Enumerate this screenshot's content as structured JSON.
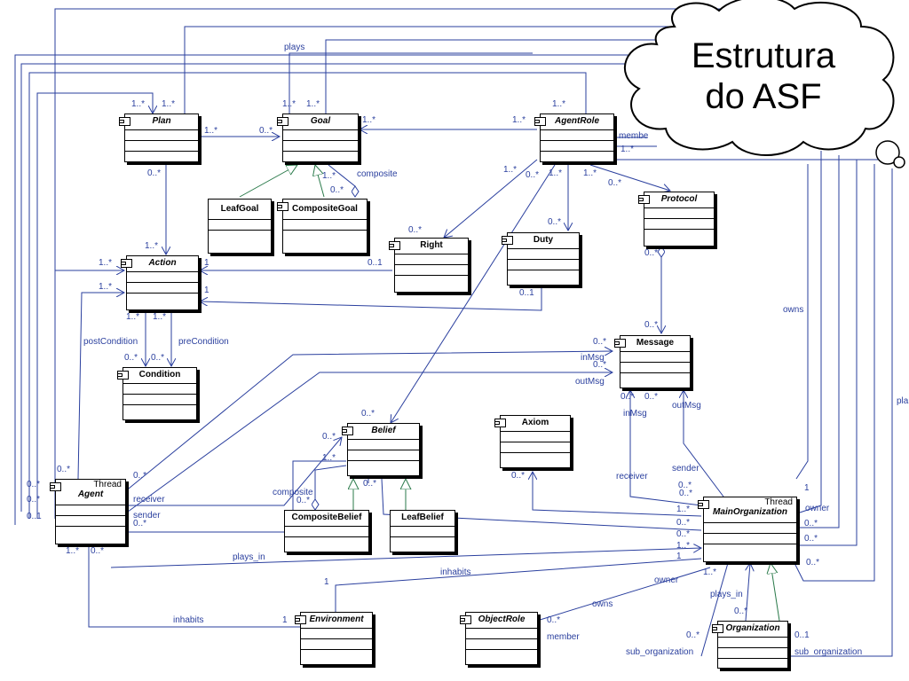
{
  "cloud": {
    "line1": "Estrutura",
    "line2": "do ASF"
  },
  "classes": {
    "plan": "Plan",
    "goal": "Goal",
    "agentrole": "AgentRole",
    "leafgoal": "LeafGoal",
    "compositegoal": "CompositeGoal",
    "protocol": "Protocol",
    "right": "Right",
    "duty": "Duty",
    "action": "Action",
    "message": "Message",
    "condition": "Condition",
    "axiom": "Axiom",
    "belief": "Belief",
    "agent": "Agent",
    "compositebelief": "CompositeBelief",
    "leafbelief": "LeafBelief",
    "mainorganization": "MainOrganization",
    "environment": "Environment",
    "objectrole": "ObjectRole",
    "organization": "Organization",
    "thread": "Thread"
  },
  "labels": {
    "plays": "plays",
    "plays_in": "plays_in",
    "plays_in2": "plays_in",
    "composite": "composite",
    "composite2": "composite",
    "postCondition": "postCondition",
    "preCondition": "preCondition",
    "inMsg": "inMsg",
    "outMsg": "outMsg",
    "inMsg2": "inMsg",
    "outMsg2": "outMsg",
    "receiver": "receiver",
    "sender": "sender",
    "receiver2": "receiver",
    "sender2": "sender",
    "inhabits": "inhabits",
    "inhabits2": "inhabits",
    "owns": "owns",
    "owns2": "owns",
    "owner": "owner",
    "owner2": "owner",
    "member": "member",
    "member2": "membe",
    "sub_organization": "sub_organization",
    "sub_organization2": "sub_organization",
    "pla": "pla",
    "m1s": "1..*",
    "m0s": "0..*",
    "m1": "1",
    "m01": "0..1"
  }
}
